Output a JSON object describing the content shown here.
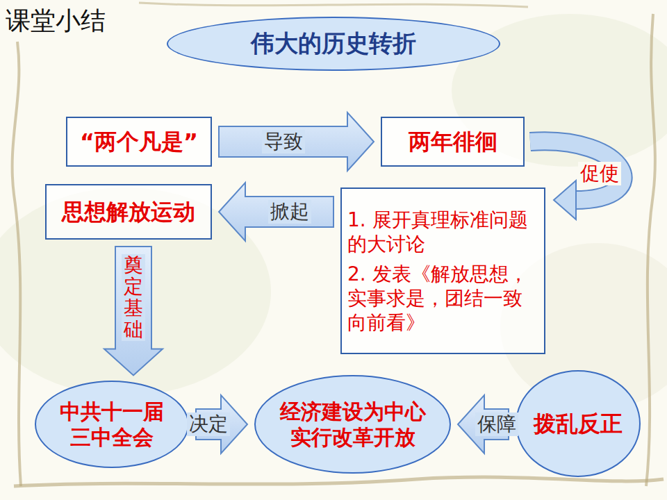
{
  "diagram": {
    "title": "伟大的历史转折",
    "nodes": [
      {
        "text": [
          "“两个凡是”"
        ]
      },
      {
        "text": [
          "两年徘徊"
        ]
      },
      {
        "text": [
          "思想解放运动"
        ]
      },
      {
        "text": [
          "1. 展开真理标准问题的大讨论",
          "2. 发表《解放思想，实事求是，团结一致向前看》"
        ]
      },
      {
        "text": [
          "中共十一届 三中全会"
        ]
      },
      {
        "text": [
          "经济建设为中心 实行改革开放"
        ]
      },
      {
        "text": [
          "拨乱反正"
        ]
      }
    ],
    "edges": [
      {
        "from": 0,
        "to": 1,
        "label": "导致",
        "arrow": "to"
      },
      {
        "from": 1,
        "to": 3,
        "label": "促使",
        "arrow": "to"
      },
      {
        "from": 3,
        "to": 2,
        "label": "掀起",
        "arrow": "to"
      },
      {
        "from": 2,
        "to": 4,
        "label": "奠定基础",
        "arrow": "to"
      },
      {
        "from": 4,
        "to": 5,
        "label": "决定",
        "arrow": "to"
      },
      {
        "from": 6,
        "to": 5,
        "label": "保障",
        "arrow": "to"
      }
    ],
    "labels": [
      "课堂小结"
    ]
  }
}
